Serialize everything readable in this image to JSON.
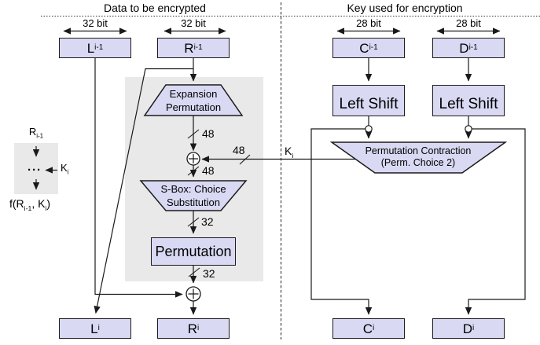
{
  "headers": {
    "left": "Data to be encrypted",
    "right": "Key used for encryption"
  },
  "bit_labels": {
    "data": "32 bit",
    "key": "28 bit"
  },
  "registers": {
    "l_prev": {
      "base": "L",
      "sub": "i-1"
    },
    "r_prev": {
      "base": "R",
      "sub": "i-1"
    },
    "c_prev": {
      "base": "C",
      "sub": "i-1"
    },
    "d_prev": {
      "base": "D",
      "sub": "i-1"
    },
    "l_next": {
      "base": "L",
      "sub": "i"
    },
    "r_next": {
      "base": "R",
      "sub": "i"
    },
    "c_next": {
      "base": "C",
      "sub": "i"
    },
    "d_next": {
      "base": "D",
      "sub": "i"
    }
  },
  "blocks": {
    "expansion": {
      "line1": "Expansion",
      "line2": "Permutation"
    },
    "sbox": {
      "line1": "S-Box: Choice",
      "line2": "Substitution"
    },
    "permutation": "Permutation",
    "left_shift": "Left Shift",
    "perm_contraction": {
      "line1": "Permutation Contraction",
      "line2": "(Perm. Choice 2)"
    }
  },
  "wire_labels": {
    "ep_to_xor": "48",
    "key_to_xor": "48",
    "xor_to_sbox": "48",
    "sbox_to_perm": "32",
    "perm_to_xor": "32",
    "key": {
      "base": "K",
      "sub": "i"
    }
  },
  "legend": {
    "input": {
      "base": "R",
      "sub": "i-1"
    },
    "dots": "···",
    "key": {
      "base": "K",
      "sub": "i"
    },
    "output": {
      "p1": "f(R",
      "s1": "i-1",
      "p2": ", K",
      "s2": "i",
      "p3": ")"
    }
  },
  "colors": {
    "box_fill": "#d9d9f3",
    "box_border": "#1b1b1b",
    "panel_gray": "#e9e9e9",
    "line": "#1a1a1a"
  }
}
